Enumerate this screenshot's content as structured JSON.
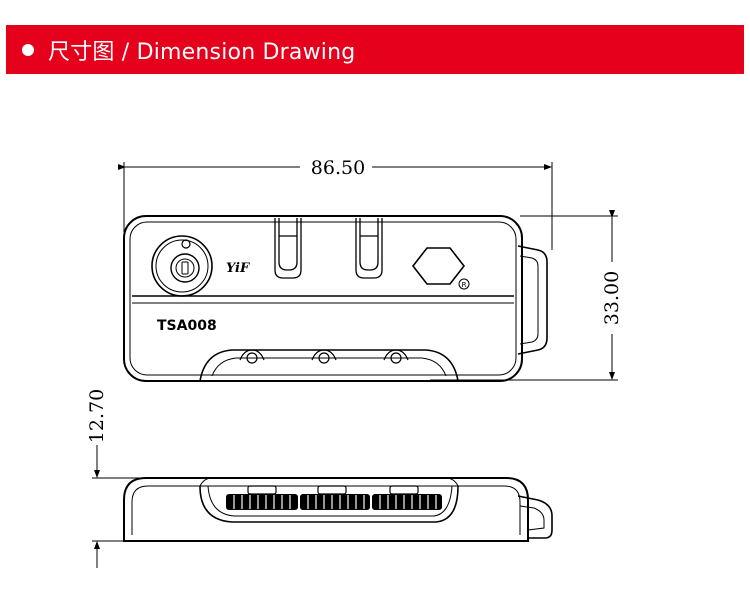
{
  "header": {
    "title": "尺寸图 / Dimension Drawing",
    "accent_color": "#e5001c"
  },
  "drawing": {
    "dimensions": {
      "width": "86.50",
      "height": "33.00",
      "thickness": "12.70"
    },
    "brand_mark": "YiF",
    "model_label": "TSA008",
    "registered_mark": "R"
  }
}
